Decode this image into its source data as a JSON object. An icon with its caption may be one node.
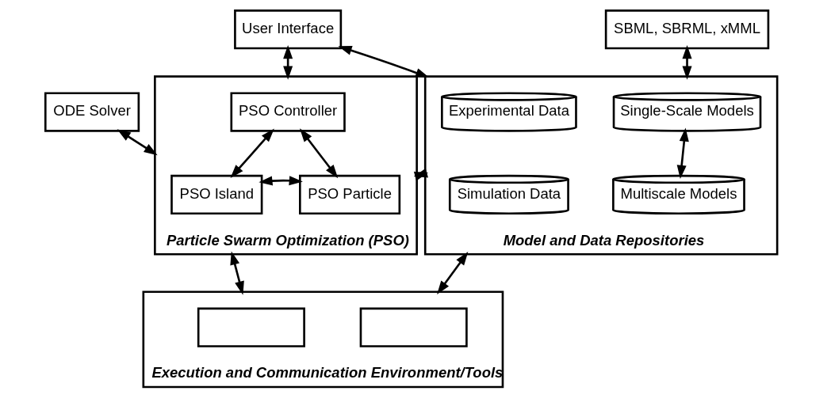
{
  "diagram": {
    "nodes": [
      {
        "text": [
          "User Interface"
        ]
      },
      {
        "text": [
          "SBML, SBRML, xMML"
        ]
      },
      {
        "text": [
          "ODE Solver"
        ]
      },
      {
        "text": [
          "Particle Swarm Optimization (PSO)"
        ]
      },
      {
        "text": [
          "PSO Controller"
        ],
        "in": 3
      },
      {
        "text": [
          "PSO Island"
        ],
        "in": 3
      },
      {
        "text": [
          "PSO Particle"
        ],
        "in": 3
      },
      {
        "text": [
          "Model and Data Repositories"
        ]
      },
      {
        "text": [
          "Single-Scale Models"
        ],
        "in": 7
      },
      {
        "text": [
          "Experimental Data"
        ],
        "in": 7
      },
      {
        "text": [
          "Multiscale Models"
        ],
        "in": 7
      },
      {
        "text": [
          "Simulation Data"
        ],
        "in": 7
      },
      {
        "text": [
          "Execution and Communication Environment/Tools"
        ]
      },
      {
        "text": [],
        "shape": "box",
        "in": 12
      },
      {
        "text": [],
        "shape": "box",
        "in": 12
      }
    ],
    "edges": [
      {
        "from": 0,
        "to": 3,
        "arrow": "both"
      },
      {
        "from": 0,
        "to": 7,
        "arrow": "both"
      },
      {
        "from": 1,
        "to": 7,
        "arrow": "both"
      },
      {
        "from": 2,
        "to": 3,
        "arrow": "both"
      },
      {
        "from": 4,
        "to": 5,
        "arrow": "both"
      },
      {
        "from": 4,
        "to": 6,
        "arrow": "both"
      },
      {
        "from": 5,
        "to": 6,
        "arrow": "both"
      },
      {
        "from": 3,
        "to": 7,
        "arrow": "both"
      },
      {
        "from": 8,
        "to": 10,
        "arrow": "both"
      },
      {
        "from": 3,
        "to": 12,
        "arrow": "both"
      },
      {
        "from": 7,
        "to": 12,
        "arrow": "both"
      }
    ]
  }
}
